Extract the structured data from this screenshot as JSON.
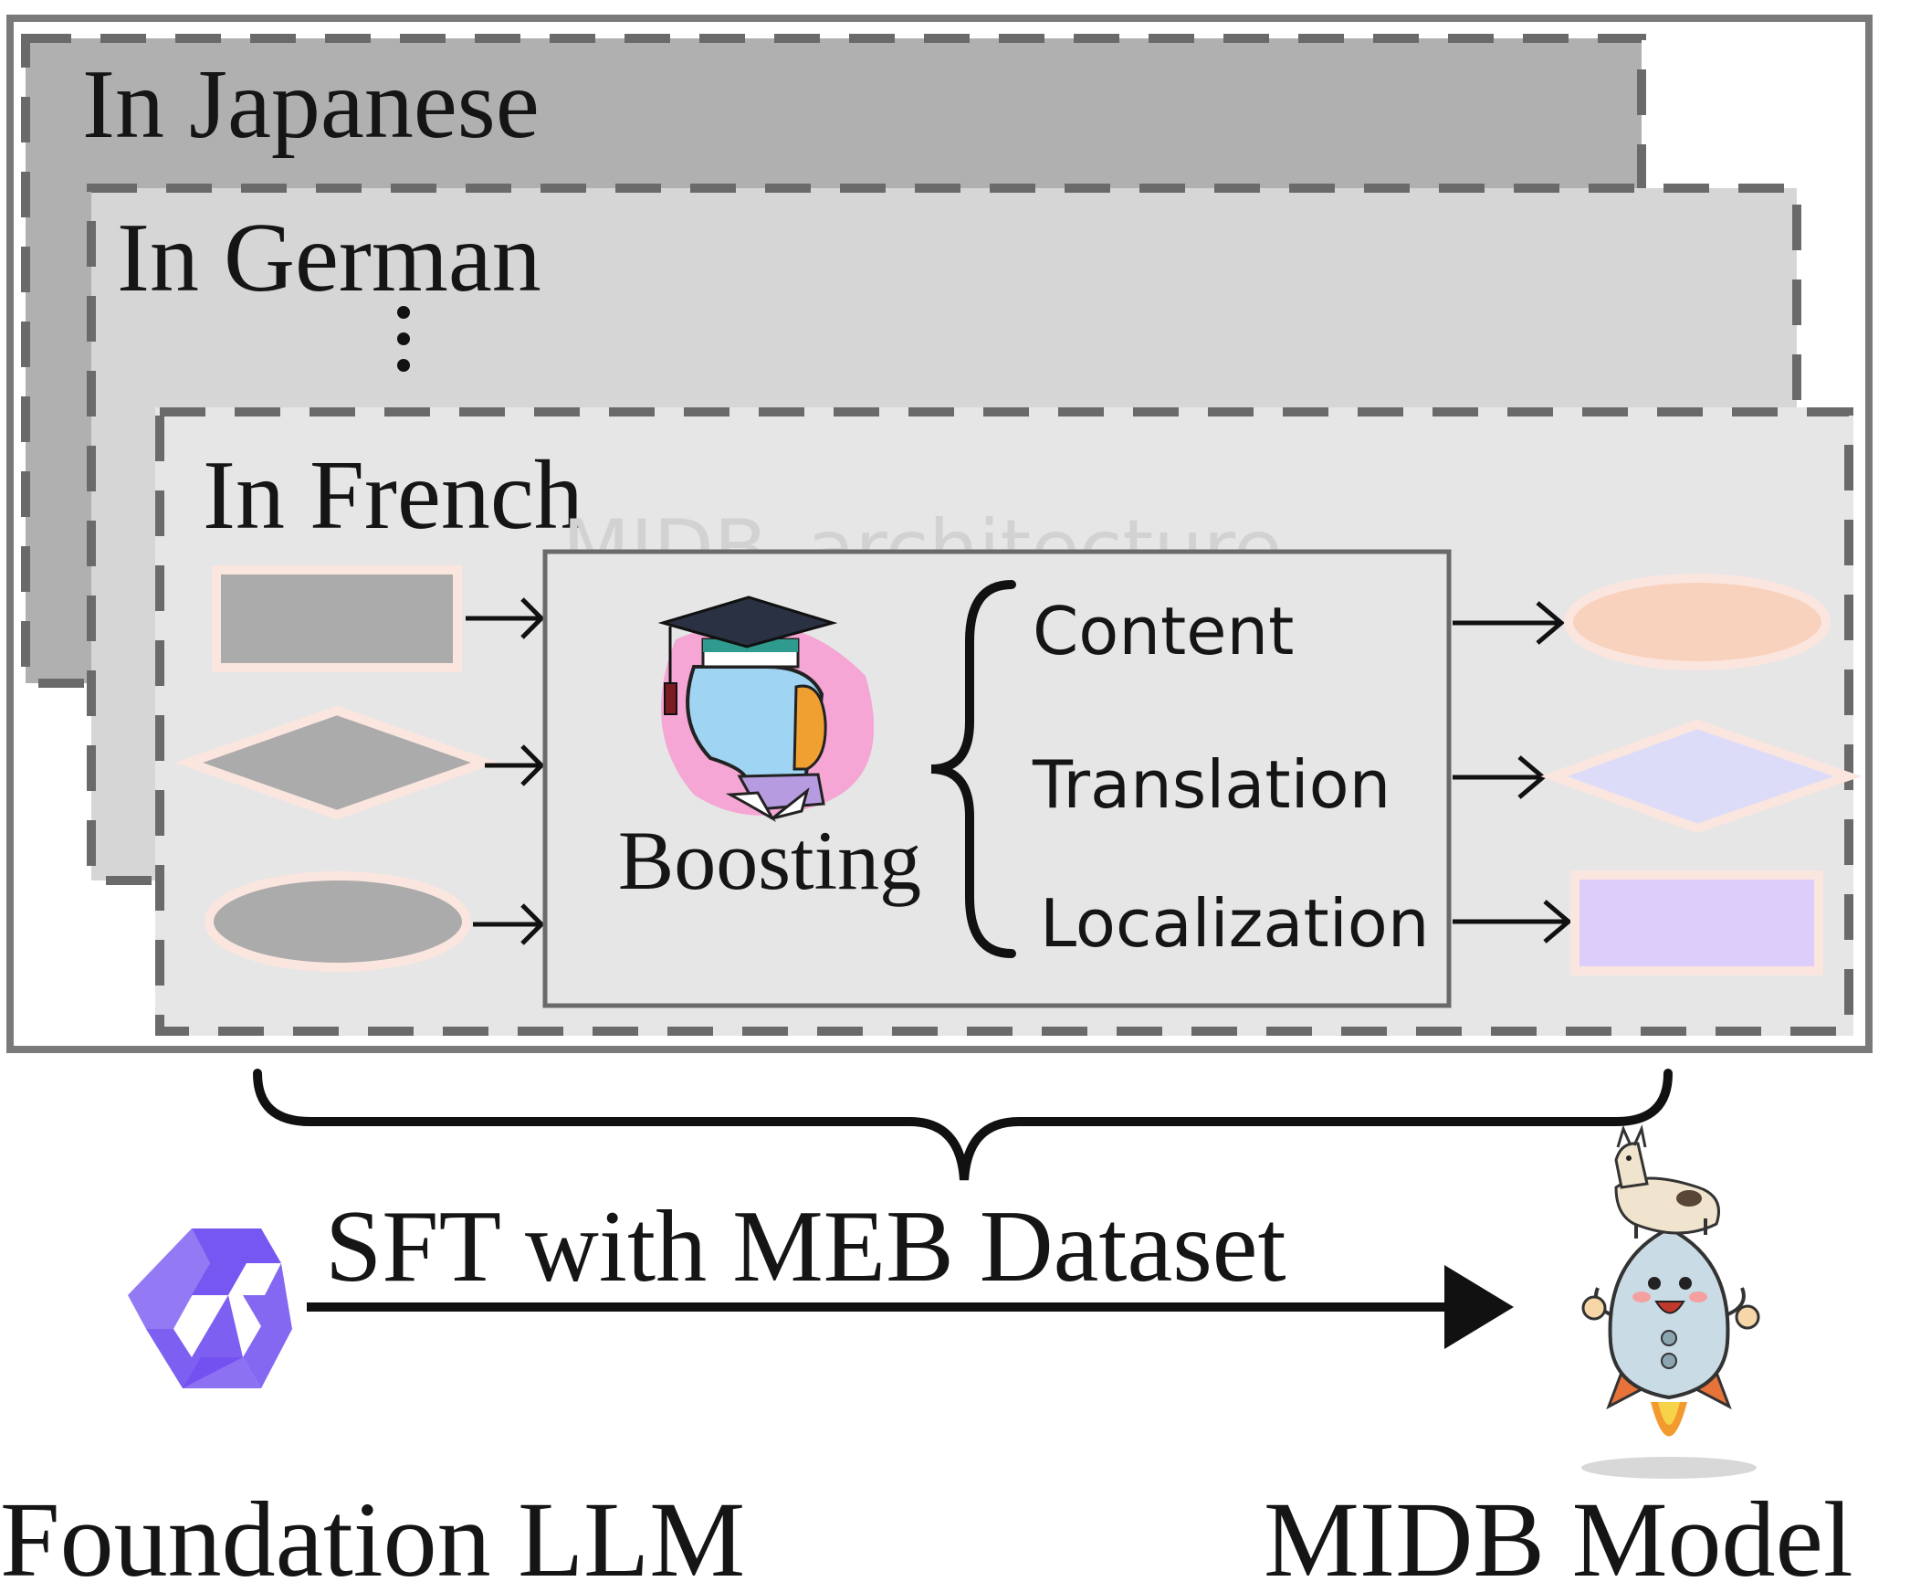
{
  "layers": {
    "japanese_title": "In Japanese",
    "german_title": "In German",
    "ellipsis": "⋮",
    "french_title": "In French"
  },
  "watermark": "MIDB_architecture",
  "core": {
    "boosting_label": "Boosting",
    "outputs": [
      "Content",
      "Translation",
      "Localization"
    ]
  },
  "bottom": {
    "sft_label": "SFT with MEB Dataset",
    "foundation_label": "Foundation LLM",
    "midb_label": "MIDB Model"
  },
  "icons": {
    "scholar": "scholar-graduation-cap-icon",
    "foundation": "foundation-llm-logo-icon",
    "midb": "llama-rocket-mascot-icon"
  },
  "colors": {
    "japanese_fill": "#b0b0b0",
    "german_fill": "#d6d6d6",
    "french_fill": "#e6e6e6",
    "dash": "#6a6a6a",
    "input_shape": "#ababab",
    "shape_border": "#fbe6df",
    "output_ellipse": "#f9d2bd",
    "output_diamond": "#dcdcf9",
    "output_rect": "#dccdfa",
    "logo": "#6f4ef0"
  }
}
